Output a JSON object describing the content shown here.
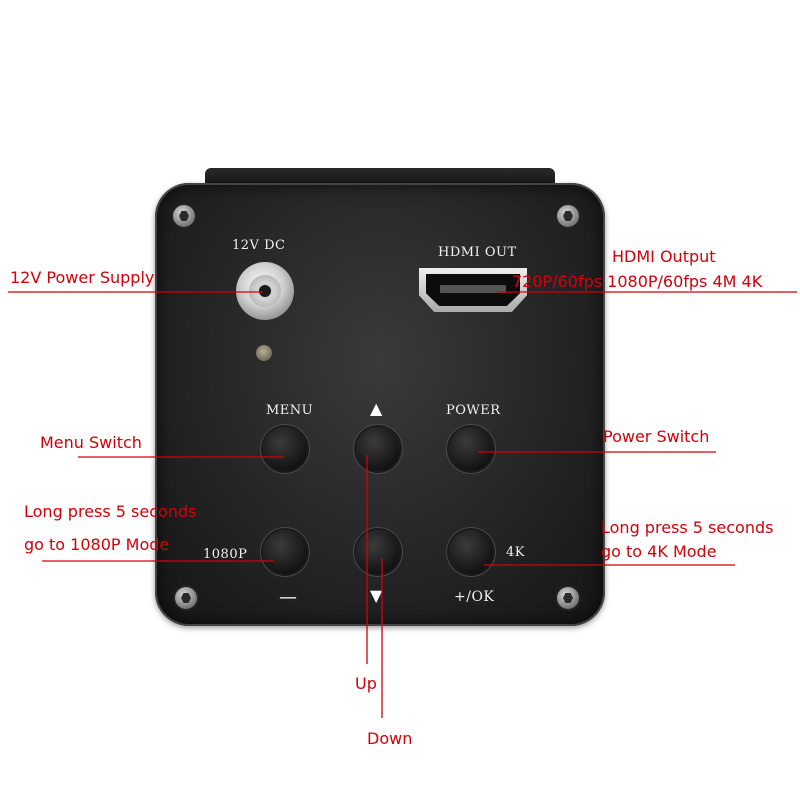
{
  "panel_labels": {
    "dc_in": "12V DC",
    "hdmi_out": "HDMI OUT",
    "menu": "MENU",
    "power": "POWER",
    "res_1080p": "1080P",
    "res_4k": "4K",
    "plus_ok": "+/OK",
    "up_arrow": "▲",
    "down_arrow": "▼",
    "minus": "—"
  },
  "callouts": {
    "power_supply": "12V Power Supply",
    "hdmi_output": "HDMI Output",
    "hdmi_modes": "720P/60fps  1080P/60fps 4M 4K",
    "menu_switch": "Menu Switch",
    "power_switch": "Power Switch",
    "mode_1080p_line1": "Long press 5 seconds",
    "mode_1080p_line2": "go to 1080P Mode",
    "mode_4k_line1": "Long press 5 seconds",
    "mode_4k_line2": "go to 4K Mode",
    "up": "Up",
    "down": "Down"
  },
  "colors": {
    "callout": "#d4000a",
    "panel": "#252525",
    "silkscreen": "#f2f2f2"
  }
}
